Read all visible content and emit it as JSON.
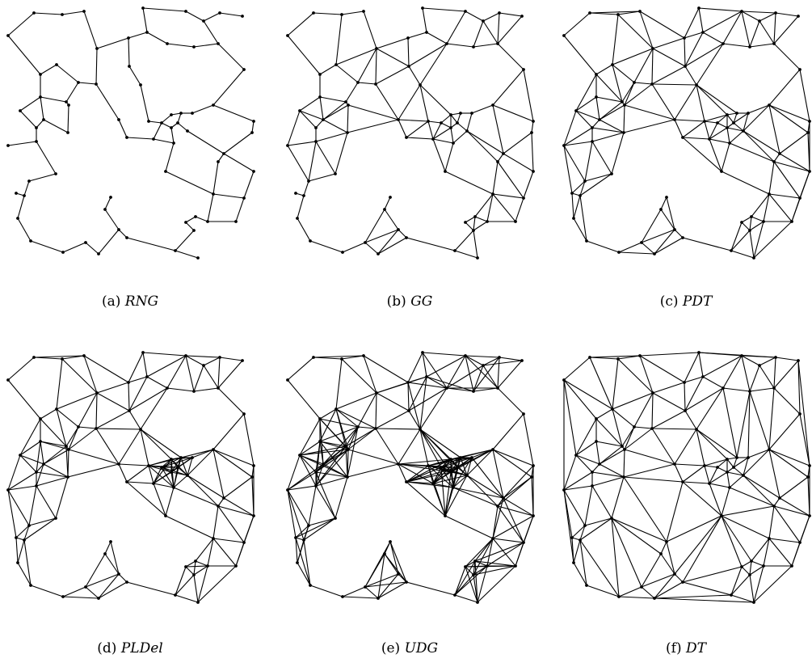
{
  "panels": [
    {
      "id": "a",
      "label": "(a)",
      "name": "RNG",
      "graph": "rng"
    },
    {
      "id": "b",
      "label": "(b)",
      "name": "GG",
      "graph": "gg"
    },
    {
      "id": "c",
      "label": "(c)",
      "name": "PDT",
      "graph": "pdt"
    },
    {
      "id": "d",
      "label": "(d)",
      "name": "PLDel",
      "graph": "pldel"
    },
    {
      "id": "e",
      "label": "(e)",
      "name": "UDG",
      "graph": "udg"
    },
    {
      "id": "f",
      "label": "(f)",
      "name": "DT",
      "graph": "dt"
    }
  ],
  "style": {
    "edge_color": "#000000",
    "node_color": "#000000",
    "background": "#ffffff"
  }
}
